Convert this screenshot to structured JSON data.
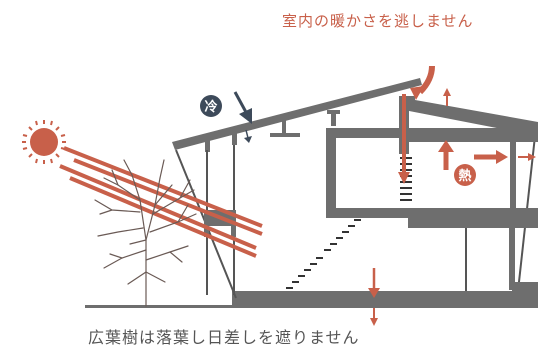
{
  "captions": {
    "top": "室内の暖かさを逃しません",
    "bottom": "広葉樹は落葉し日差しを遮りません"
  },
  "badges": {
    "cold": "冷",
    "heat": "熱"
  },
  "colors": {
    "accent": "#c8604a",
    "structure": "#6e6e6e",
    "dark_badge": "#3d4a5a",
    "text": "#555555"
  },
  "icons": [
    "sun-icon",
    "tree-icon",
    "arrow-icon"
  ]
}
